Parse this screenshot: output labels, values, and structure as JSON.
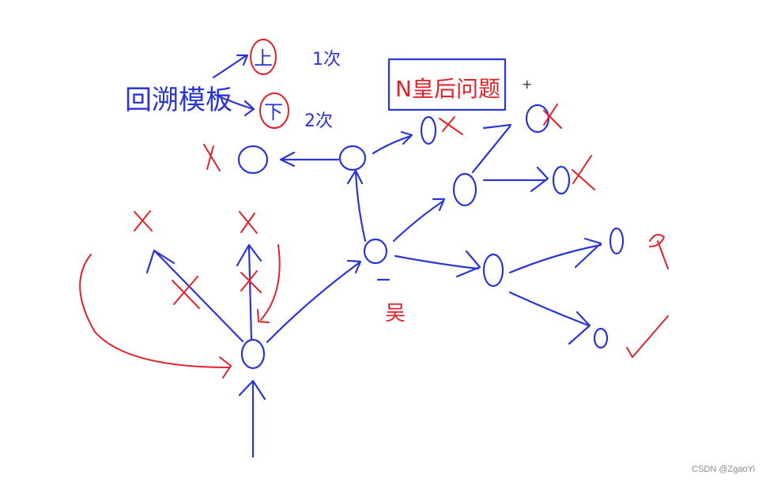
{
  "diagram": {
    "title_label": "回溯模板",
    "branch_up": {
      "label": "上",
      "count": "1次"
    },
    "branch_down": {
      "label": "下",
      "count": "2次"
    },
    "box_label": "N皇后问题",
    "cursor_symbol": "+",
    "node_annotation": "吴",
    "marks": {
      "cross": "✕",
      "check": "✓"
    },
    "colors": {
      "ink_blue": "#2b35d6",
      "ink_red": "#e0222a",
      "background": "#ffffff"
    }
  },
  "watermark": "CSDN @ZgaoYi"
}
